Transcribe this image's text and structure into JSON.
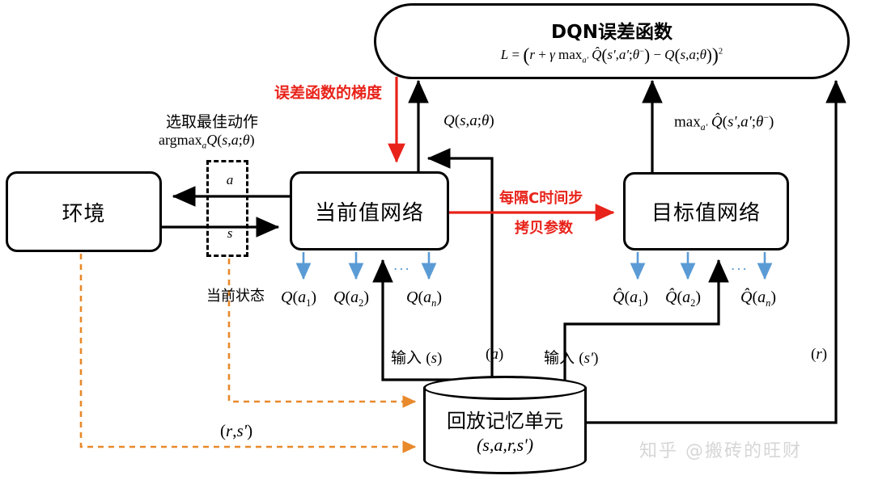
{
  "diagram": {
    "title": "DQN training architecture diagram",
    "colors": {
      "black": "#000000",
      "red": "#e8231a",
      "orange": "#e8892b",
      "blue": "#5b9bd5",
      "watermark": "#d6d6d6"
    }
  },
  "nodes": {
    "dqn_loss": {
      "title": "DQN误差函数",
      "formula_plain": "L = ( r + γ max_a' Q̂(s',a';θ⁻) − Q(s,a;θ) )²"
    },
    "environment": {
      "label": "环境"
    },
    "current_network": {
      "label": "当前值网络"
    },
    "target_network": {
      "label": "目标值网络"
    },
    "replay_memory": {
      "title": "回放记忆单元",
      "tuple": "(s,a,r,s')"
    },
    "state_box": {
      "top_var": "a",
      "bottom_var": "s",
      "caption": "当前状态"
    }
  },
  "labels": {
    "select_best_action": "选取最佳动作",
    "argmax_formula": "argmax_a Q(s,a;θ)",
    "gradient_of_loss": "误差函数的梯度",
    "copy_params_line1": "每隔C时间步",
    "copy_params_line2": "拷贝参数",
    "q_current": "Q(s,a;θ)",
    "max_target": "max_a' Q̂(s',a';θ⁻)",
    "input_s": "输入(s)",
    "action_a": "(a)",
    "input_s_next": "输入(s')",
    "reward_r": "(r)",
    "reward_state": "(r,s')",
    "ellipsis": "..."
  },
  "outputs": {
    "current": [
      "Q(a₁)",
      "Q(a₂)",
      "Q(aₙ)"
    ],
    "target": [
      "Q̂(a₁)",
      "Q̂(a₂)",
      "Q̂(aₙ)"
    ]
  },
  "watermark": {
    "text": "知乎 @搬砖的旺财"
  }
}
